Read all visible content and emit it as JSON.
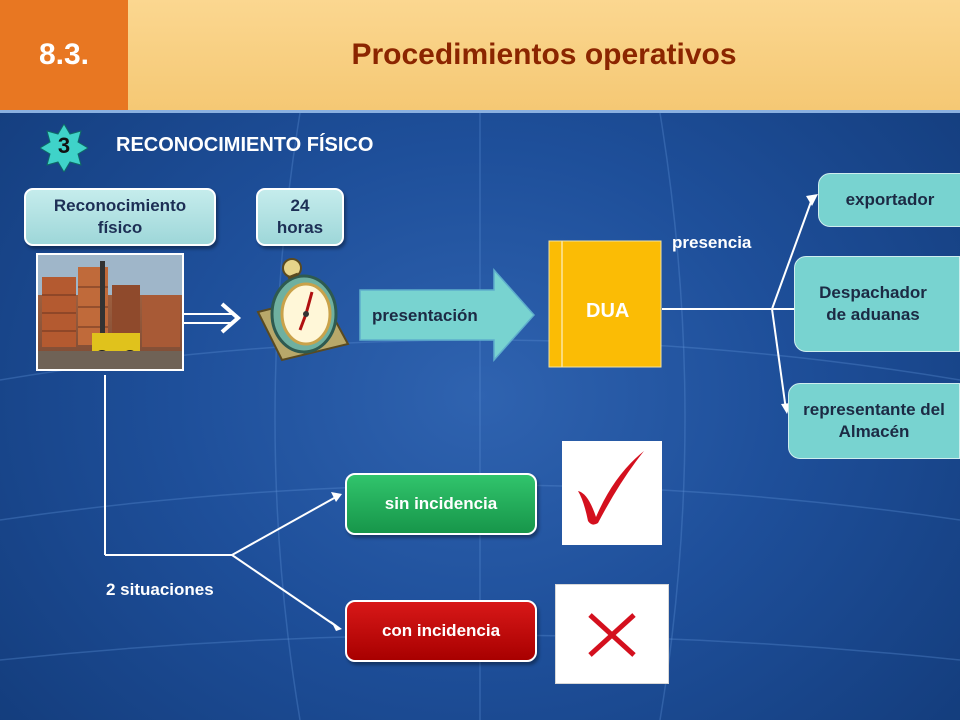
{
  "header": {
    "section_number": "8.3.",
    "title": "Procedimientos operativos"
  },
  "subsection": {
    "step": "3",
    "title": "RECONOCIMIENTO FÍSICO"
  },
  "nodes": {
    "reconocimiento": "Reconocimiento físico",
    "horas": "24 horas",
    "presentacion": "presentación",
    "dua": "DUA",
    "presencia": "presencia",
    "exportador": "exportador",
    "despachador": "Despachador de aduanas",
    "representante": "representante del Almacén",
    "situaciones": "2 situaciones",
    "sin_incidencia": "sin incidencia",
    "con_incidencia": "con incidencia"
  },
  "icons": [
    "container-yard-photo",
    "alarm-clock-icon",
    "check-mark-icon",
    "cross-mark-icon"
  ],
  "colors": {
    "header_number_bg": "#e87722",
    "header_title_bg": "#f5c874",
    "header_title_text": "#8b2500",
    "dua_box": "#fbbc05",
    "sin_incidencia": "#1fa957",
    "con_incidencia": "#c00000",
    "recipient_box": "#78d3d0",
    "arrow_fill": "#78d3d0"
  }
}
